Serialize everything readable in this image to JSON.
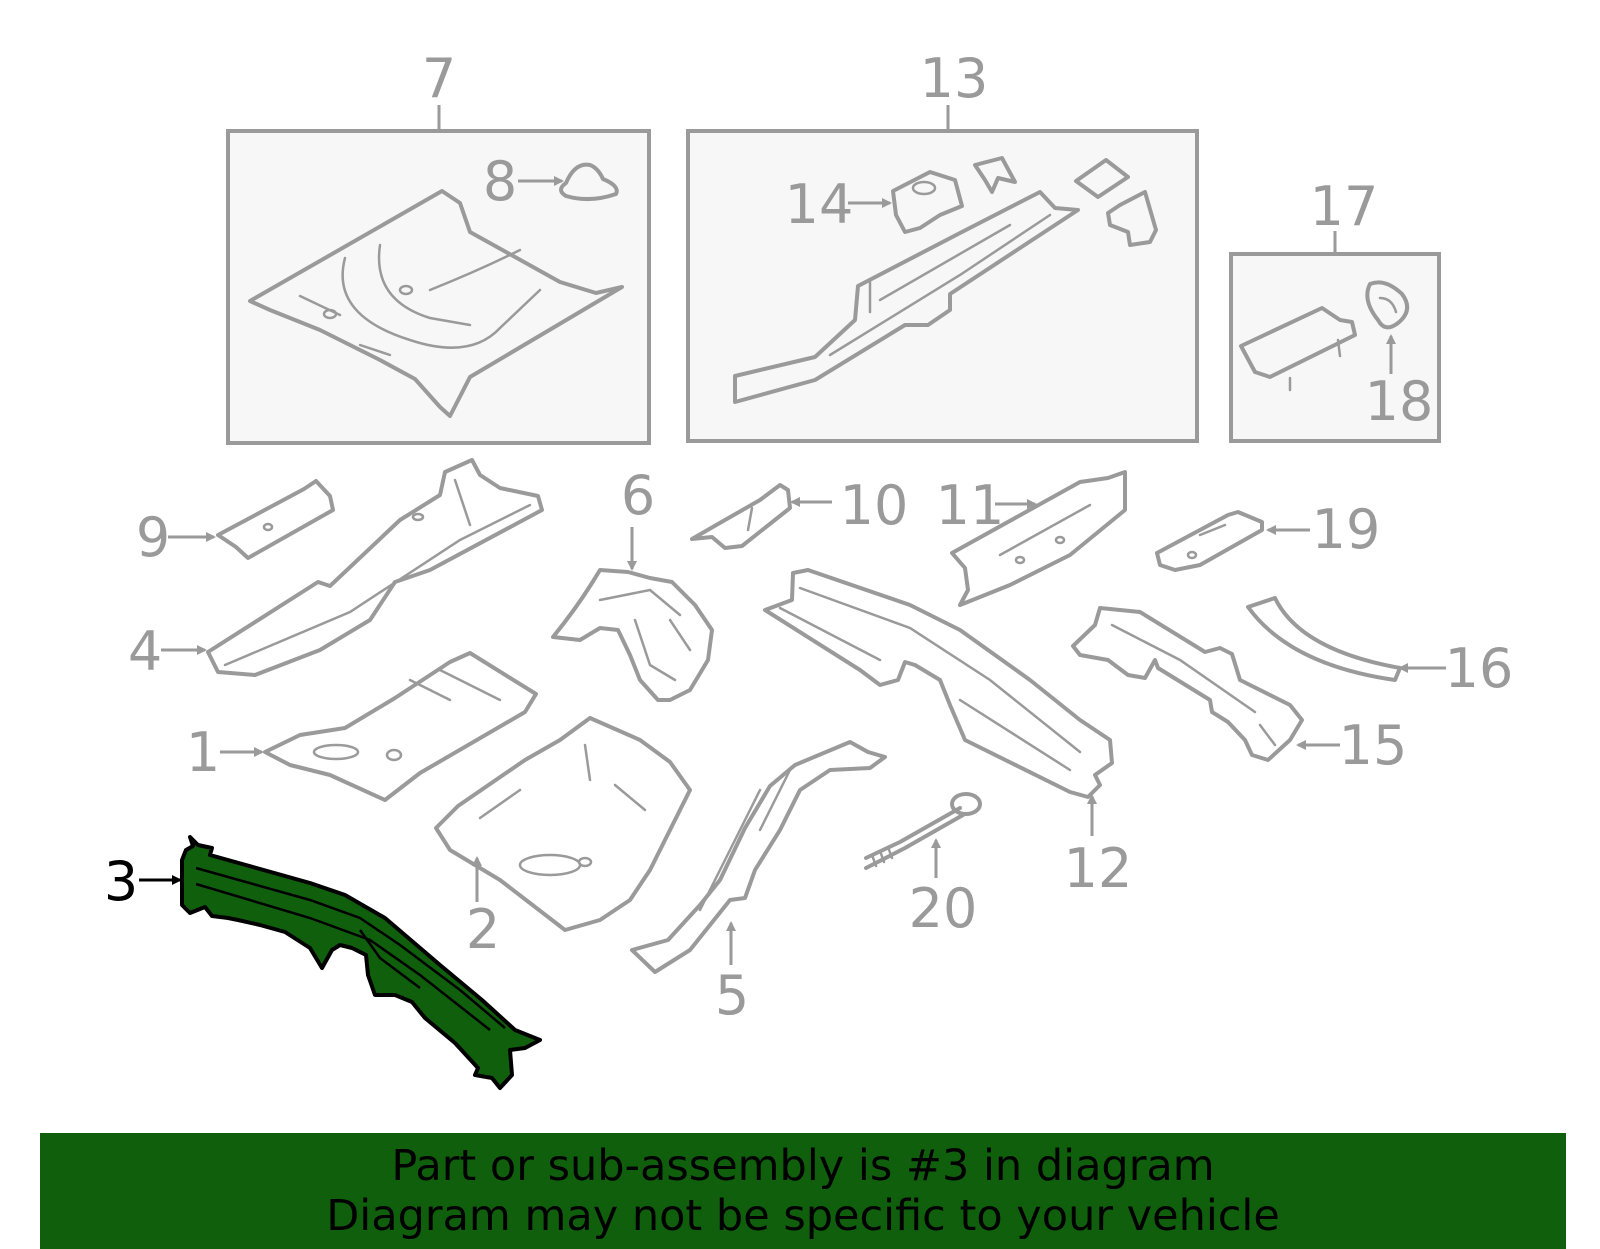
{
  "labels": {
    "p1": "1",
    "p2": "2",
    "p3": "3",
    "p4": "4",
    "p5": "5",
    "p6": "6",
    "p7": "7",
    "p8": "8",
    "p9": "9",
    "p10": "10",
    "p11": "11",
    "p12": "12",
    "p13": "13",
    "p14": "14",
    "p15": "15",
    "p16": "16",
    "p17": "17",
    "p18": "18",
    "p19": "19",
    "p20": "20"
  },
  "highlight": {
    "part": "3",
    "color": "#0f5f0c"
  },
  "banner": {
    "line1": "Part or sub-assembly is #3 in diagram",
    "line2": "Diagram may not be specific to your vehicle"
  }
}
